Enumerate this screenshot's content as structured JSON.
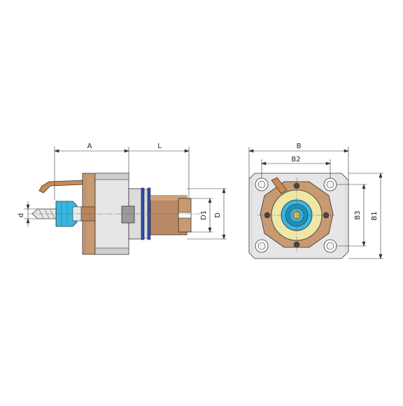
{
  "labels": {
    "side": {
      "A": "A",
      "L": "L",
      "d": "d",
      "D1": "D1",
      "D": "D"
    },
    "front": {
      "B": "B",
      "B2": "B2",
      "B3": "B3",
      "B1": "B1"
    }
  },
  "colors": {
    "line": "#333333",
    "steel_light": "#e6e6e6",
    "steel_mid": "#cfcfcf",
    "steel_dark": "#a9a9a9",
    "bronze": "#c89a72",
    "bronze_dark": "#a97a55",
    "copper_pipe": "#c98a55",
    "collet_cyan": "#37b6e0",
    "collet_cyan_dark": "#1e8fb8",
    "yellow_ring": "#efe7a8",
    "seal_blue": "#2f4aa8",
    "bolt": "#444444"
  }
}
